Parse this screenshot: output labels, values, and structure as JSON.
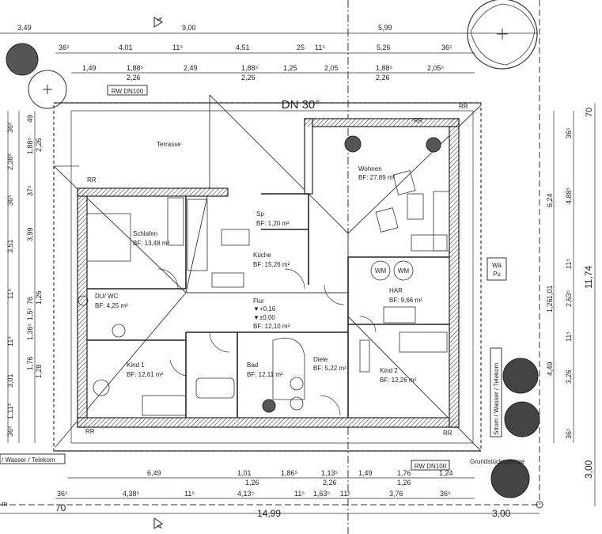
{
  "roof": {
    "pitch_label": "DN 30°",
    "downpipe_label_1": "RW DN100",
    "downpipe_label_2": "RW DN100",
    "rr": "RR"
  },
  "rooms": [
    {
      "key": "terrasse",
      "name": "Terrasse",
      "area": ""
    },
    {
      "key": "wohnen",
      "name": "Wohnen",
      "area": "BF: 27,89 m²"
    },
    {
      "key": "schlafen",
      "name": "Schlafen",
      "area": "BF: 13,48 m²"
    },
    {
      "key": "sp",
      "name": "Sp",
      "area": "BF: 1,20 m²"
    },
    {
      "key": "kueche",
      "name": "Küche",
      "area": "BF: 15,26 m²"
    },
    {
      "key": "dusche",
      "name": "DU/ WC",
      "area": "BF: 4,25 m²"
    },
    {
      "key": "flur",
      "name": "Flur",
      "area": "BF: 12,10 m²"
    },
    {
      "key": "har",
      "name": "HAR",
      "area": "BF: 9,66 m²"
    },
    {
      "key": "kind1",
      "name": "Kind 1",
      "area": "BF: 12,61 m²"
    },
    {
      "key": "bad",
      "name": "Bad",
      "area": "BF: 12,11 m²"
    },
    {
      "key": "diele",
      "name": "Diele",
      "area": "BF: 5,22 m²"
    },
    {
      "key": "kind2",
      "name": "Kind 2",
      "area": "BF: 12,26 m²"
    }
  ],
  "levels": {
    "upper": "▼+0,16",
    "lower": "▼±0,00"
  },
  "appliances": {
    "wm": "WM",
    "wm2": "WM",
    "wae": "Wä",
    "pu": "Pu"
  },
  "labels": {
    "utility_left": "/ Wasser / Telekom",
    "utility_right": "Strom / Wasser / Telekom",
    "boundary": "Grundstücksgrenze",
    "section_a": "A",
    "section_a2": "A",
    "left_m": "m"
  },
  "dims_top": {
    "r1": [
      "3,49",
      "9,00",
      "5,99"
    ],
    "r2": [
      "36⁵",
      "4,01",
      "11⁵",
      "4,51",
      "25",
      "11⁵",
      "5,26",
      "36⁵"
    ],
    "r3": [
      "1,49",
      "1,88⁵",
      "2,49",
      "1,88⁵",
      "1,25",
      "2,05",
      "1,88⁵",
      "2,05⁵"
    ],
    "r3b": [
      "2,26",
      "2,26",
      "2,26"
    ]
  },
  "dims_bottom": {
    "r1": [
      "6,49",
      "1,01",
      "1,86⁵",
      "1,13⁵",
      "1,49",
      "1,76",
      "1,24"
    ],
    "r1b": [
      "1,26",
      "2,26",
      "1,26"
    ],
    "r2": [
      "36⁵",
      "4,38⁵",
      "11⁵",
      "4,13⁵",
      "11⁵",
      "1,63⁵",
      "11⁵",
      "3,76",
      "36⁵"
    ],
    "r3": [
      "70",
      "14,99",
      "3,00"
    ]
  },
  "dims_left": [
    "36⁵",
    "2,38⁵",
    "36⁵",
    "3,51",
    "11⁵",
    "11⁵",
    "3,01",
    "1,11⁵",
    "36⁵",
    "49",
    "1,88⁵",
    "37⁵",
    "3,99",
    "1,5¹",
    "1,36⁵",
    "1,76",
    "1,28",
    "2,26",
    "76",
    "1,26"
  ],
  "dims_right": [
    "70",
    "11,74",
    "3,00",
    "36⁵",
    "6,24",
    "4,88⁵",
    "11⁵",
    "1,01",
    "2,63⁵",
    "1,26",
    "11⁵",
    "4,49",
    "3,26",
    "36⁵"
  ]
}
